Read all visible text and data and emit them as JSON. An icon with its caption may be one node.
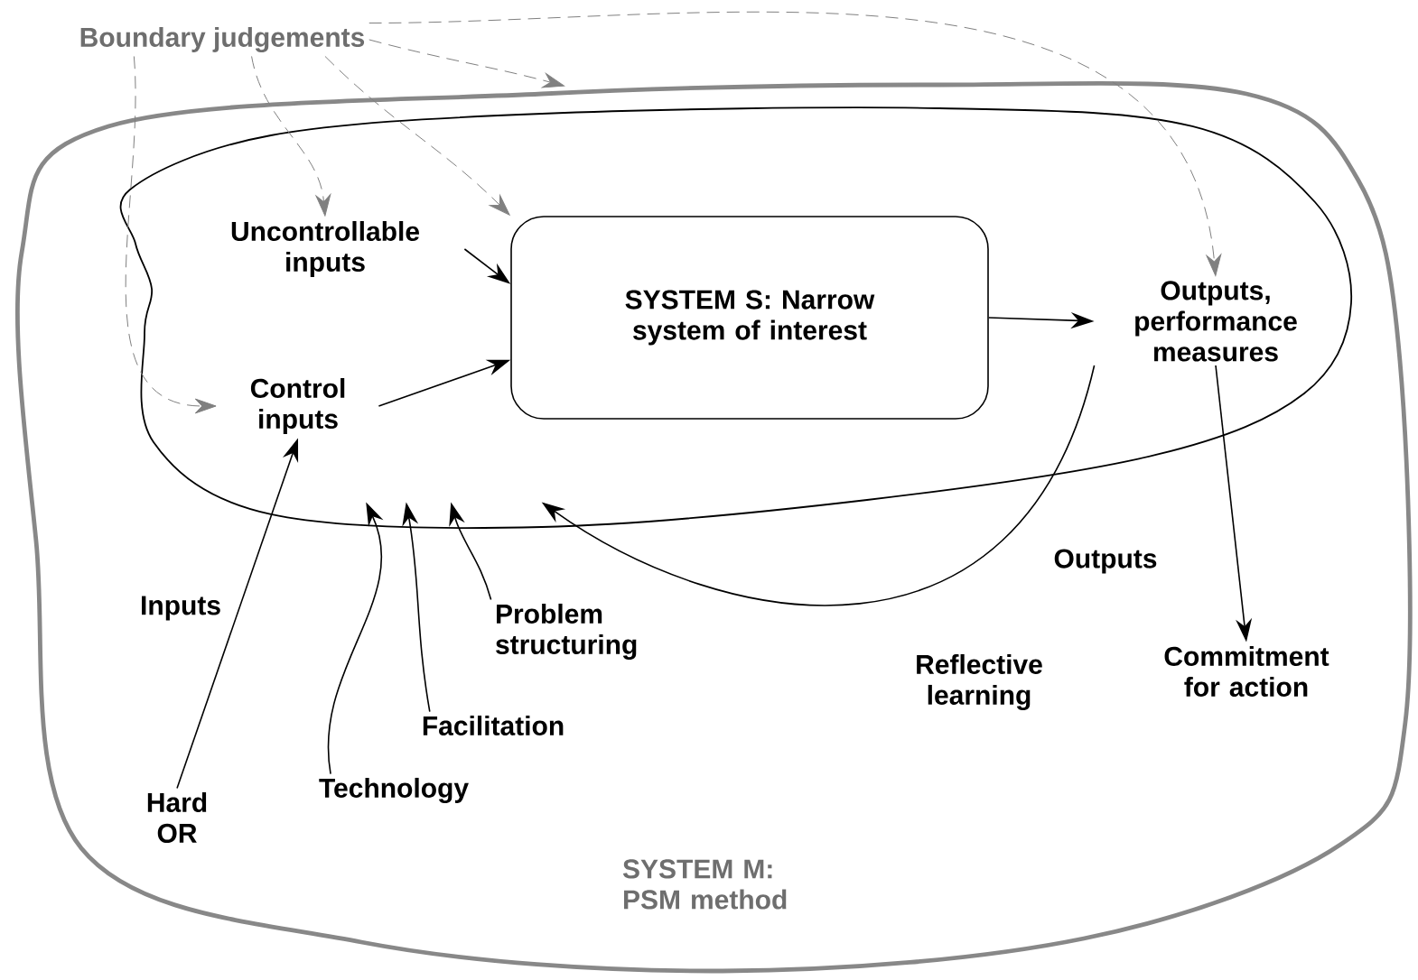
{
  "diagram": {
    "nodes": [
      {
        "text": [
          "SYSTEM M: PSM method"
        ]
      },
      {
        "text": [],
        "shape": "cloud",
        "in": 0
      },
      {
        "text": [
          "Boundary judgements"
        ]
      },
      {
        "text": [
          "Uncontrollable inputs"
        ],
        "in": 1
      },
      {
        "text": [
          "Control inputs"
        ],
        "in": 1
      },
      {
        "text": [
          "SYSTEM S: Narrow system of interest"
        ],
        "in": 1
      },
      {
        "text": [
          "Outputs, performance measures"
        ],
        "in": 1
      },
      {
        "text": [
          "Hard OR"
        ],
        "in": 0
      },
      {
        "text": [
          "Technology"
        ],
        "in": 0
      },
      {
        "text": [
          "Facilitation"
        ],
        "in": 0
      },
      {
        "text": [
          "Problem structuring"
        ],
        "in": 0
      },
      {
        "text": [
          "Commitment for action"
        ],
        "in": 0
      }
    ],
    "edges": [
      {
        "from": 3,
        "to": 5,
        "arrow": "to"
      },
      {
        "from": 4,
        "to": 5,
        "arrow": "to"
      },
      {
        "from": 5,
        "to": 6,
        "arrow": "to"
      },
      {
        "from": 6,
        "to": 11,
        "arrow": "to"
      },
      {
        "from": 7,
        "to": 4,
        "arrow": "to"
      },
      {
        "from": 8,
        "to": 1,
        "arrow": "to"
      },
      {
        "from": 9,
        "to": 1,
        "arrow": "to"
      },
      {
        "from": 10,
        "to": 1,
        "arrow": "to"
      },
      {
        "from": 6,
        "to": 1,
        "arrow": "to",
        "label": "Reflective learning"
      },
      {
        "from": 2,
        "to": 4,
        "arrow": "to",
        "style": "dashed",
        "color": "#808080"
      },
      {
        "from": 2,
        "to": 3,
        "arrow": "to",
        "style": "dashed",
        "color": "#808080"
      },
      {
        "from": 2,
        "to": 5,
        "arrow": "to",
        "style": "dashed",
        "color": "#808080"
      },
      {
        "from": 2,
        "to": 0,
        "arrow": "to",
        "style": "dashed",
        "color": "#808080"
      },
      {
        "from": 2,
        "to": 6,
        "arrow": "to",
        "style": "dashed",
        "color": "#808080"
      }
    ],
    "labels": [
      "Inputs",
      "Outputs"
    ]
  }
}
